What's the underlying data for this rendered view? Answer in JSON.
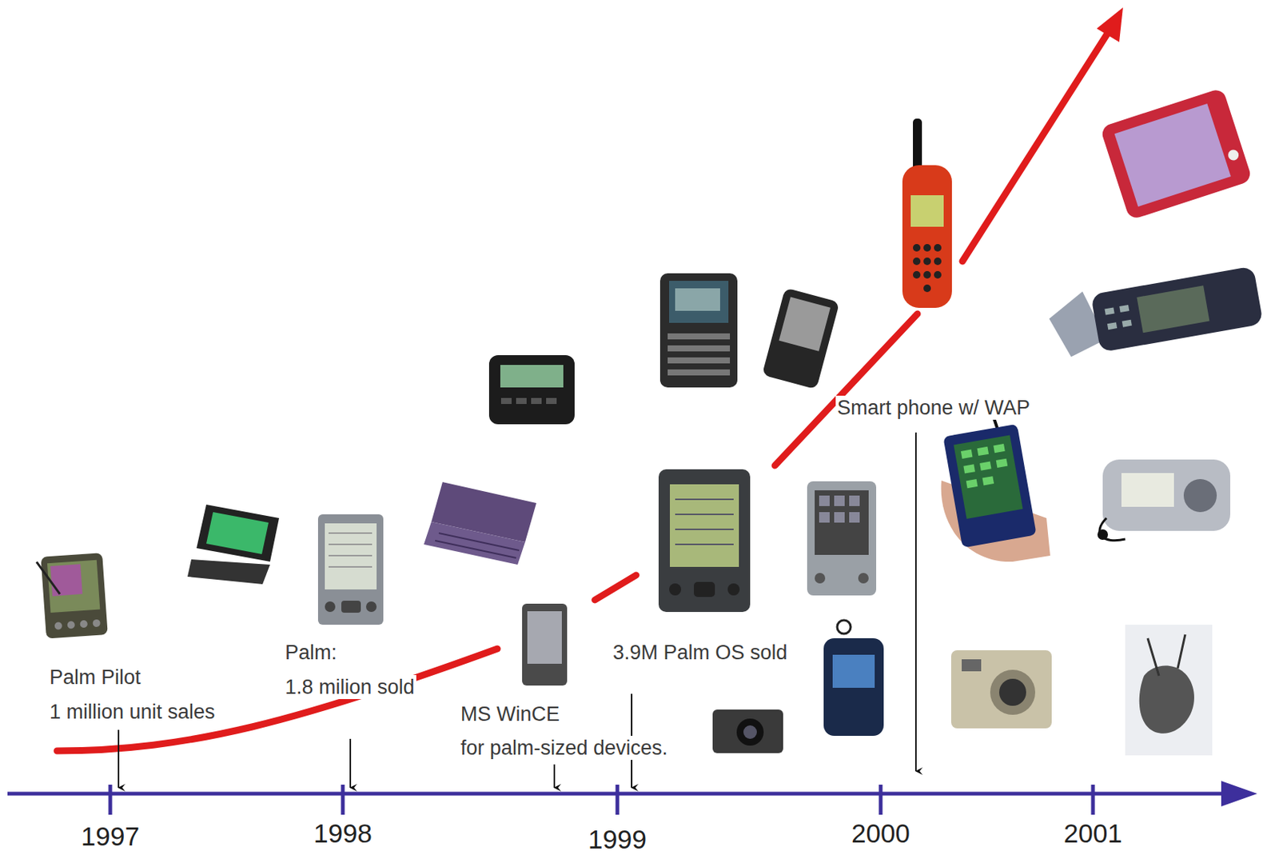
{
  "diagram": {
    "labels": [
      "Palm Pilot",
      "1 million unit sales",
      "Palm:",
      "1.8 milion sold",
      "MS WinCE",
      "for palm-sized devices.",
      "3.9M Palm OS sold",
      "Smart phone w/ WAP",
      "1997",
      "1998",
      "1999",
      "2000",
      "2001"
    ]
  }
}
